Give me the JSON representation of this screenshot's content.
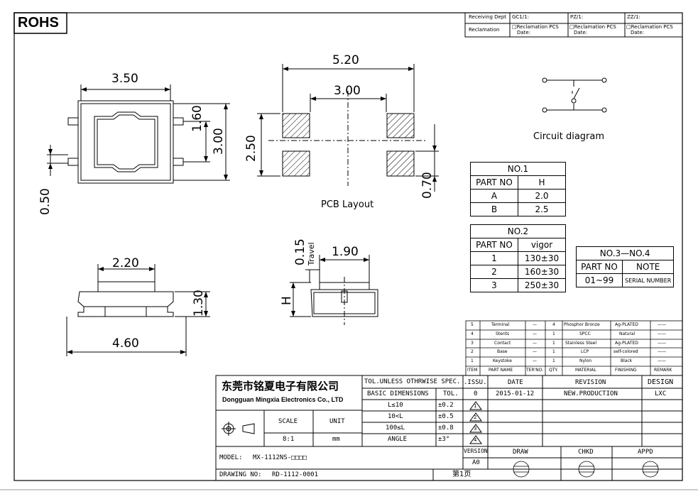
{
  "rohs": "ROHS",
  "header": {
    "receiving_dept": "Receiving Dept",
    "gc": "GC1/1:",
    "pz": "PZ/1:",
    "zz": "ZZ/1:",
    "reclamation": "Reclamation",
    "reclamation_pcs": "□Reclamation PCS",
    "date": "Date:"
  },
  "dimensions": {
    "top_width": "3.50",
    "top_inner": "1.60",
    "top_height": "3.00",
    "top_pitch": "0.50",
    "pcb_width": "5.20",
    "pcb_inner": "3.00",
    "pcb_height": "2.50",
    "pcb_pad": "0.70",
    "pcb_caption": "PCB Layout",
    "front_top": "2.20",
    "front_height": "1.30",
    "front_width": "4.60",
    "side_travel": "0.15",
    "side_travel_label": "Travel",
    "side_width": "1.90",
    "side_h": "H"
  },
  "circuit_caption": "Circuit diagram",
  "no1": {
    "title": "NO.1",
    "head": [
      "PART NO",
      "H"
    ],
    "rows": [
      [
        "A",
        "2.0"
      ],
      [
        "B",
        "2.5"
      ]
    ]
  },
  "no2": {
    "title": "NO.2",
    "head": [
      "PART NO",
      "vigor"
    ],
    "rows": [
      [
        "1",
        "130±30"
      ],
      [
        "2",
        "160±30"
      ],
      [
        "3",
        "250±30"
      ]
    ]
  },
  "no34": {
    "title": "NO.3—NO.4",
    "head": [
      "PART NO",
      "NOTE"
    ],
    "rows": [
      [
        "01~99",
        "SERIAL NUMBER"
      ]
    ]
  },
  "bom": {
    "rows": [
      [
        "5",
        "Terminal",
        "—",
        "4",
        "Phosphor Bronze",
        "Ag-PLATED",
        "——"
      ],
      [
        "4",
        "Stents",
        "—",
        "1",
        "SPCC",
        "Natural",
        "——"
      ],
      [
        "3",
        "Contact",
        "—",
        "1",
        "Stainless Steel",
        "Ag-PLATED",
        "——"
      ],
      [
        "2",
        "Base",
        "—",
        "1",
        "LCP",
        "self-colored",
        "——"
      ],
      [
        "1",
        "Keystoke",
        "—",
        "1",
        "Nylon",
        "Black",
        "——"
      ]
    ],
    "head": [
      "ITEM",
      "PART NAME",
      "TER'NO.",
      "QTY.",
      "MATERIAL",
      "FINISHING",
      "REMARK"
    ]
  },
  "title_block": {
    "company_cn": "东莞市铭夏电子有限公司",
    "company_en": "Dongguan Mingxia Electronics Co., LTD",
    "tol_spec": "TOL.UNLESS OTHRWISE SPEC.",
    "basic_dim": "BASIC DIMENSIONS",
    "tol": "TOL.",
    "tol_rows": [
      [
        "L≤10",
        "±0.2"
      ],
      [
        "10<L",
        "±0.5"
      ],
      [
        "100≤L",
        "±0.8"
      ],
      [
        "ANGLE",
        "±3°"
      ]
    ],
    "scale_label": "SCALE",
    "unit_label": "UNIT",
    "scale": "8:1",
    "unit": "mm",
    "issu": ".ISSU.",
    "date_label": "DATE",
    "revision_label": "REVISION",
    "design_label": "DESIGN",
    "issue_no": "0",
    "issue_date": "2015-01-12",
    "revision": "NEW.PRODUCTION",
    "designer": "LXC",
    "markers": [
      "1",
      "2",
      "3",
      "4"
    ],
    "version_label": "VERSION",
    "version": "A0",
    "draw": "DRAW",
    "chkd": "CHKD",
    "appd": "APPD",
    "model_label": "MODEL:",
    "model": "MX-1112NS-□□□□",
    "drawing_no_label": "DRAWING NO:",
    "drawing_no": "RD-1112-0001",
    "page": "第1页"
  }
}
